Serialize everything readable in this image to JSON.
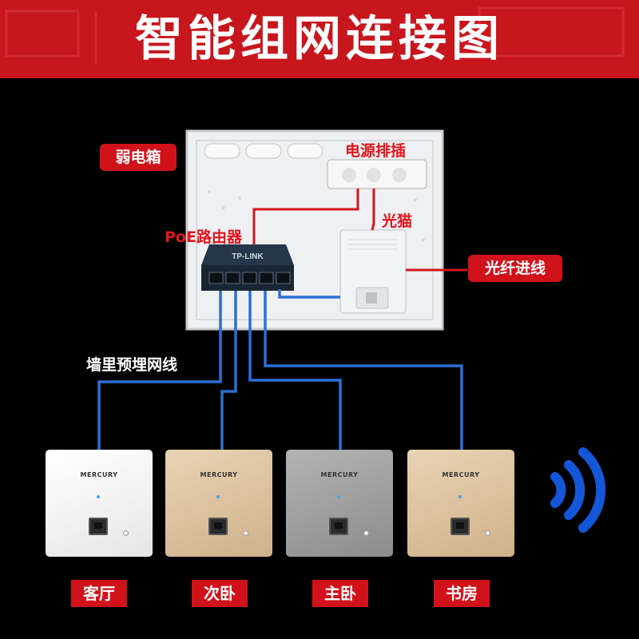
{
  "title": "智能组网连接图",
  "labels": {
    "box": "弱电箱",
    "power_strip": "电源排插",
    "modem": "光猫",
    "router": "PoE路由器",
    "fiber_in": "光纤进线",
    "wall_cable": "墙里预埋网线"
  },
  "device_brands": {
    "router": "TP-LINK",
    "panel": "MERCURY"
  },
  "rooms": [
    {
      "name": "客厅",
      "finish": "white"
    },
    {
      "name": "次卧",
      "finish": "gold"
    },
    {
      "name": "主卧",
      "finish": "gray"
    },
    {
      "name": "书房",
      "finish": "gold"
    }
  ],
  "colors": {
    "banner": "#c8161d",
    "tag": "#d1121b",
    "network_cable": "#2b6fd6",
    "power_cable": "#d4141c",
    "wifi": "#1456d8"
  },
  "icons": [
    "wifi-signal-icon",
    "ethernet-port-icon"
  ]
}
